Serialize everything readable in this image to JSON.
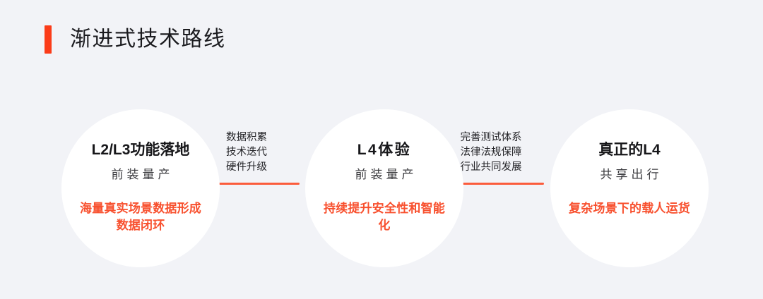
{
  "header": {
    "title": "渐进式技术路线",
    "accent_color": "#fb3c19"
  },
  "theme": {
    "background": "#f2f3f7",
    "circle_fill": "#ffffff",
    "highlight_color": "#f8502e",
    "connector_rule_color": "#fb5c3c",
    "title_color": "#17171a"
  },
  "roadmap": {
    "stages": [
      {
        "title": "L2/L3功能落地",
        "subtitle": "前装量产",
        "highlight": "海量真实场景数据形成数据闭环"
      },
      {
        "title": "L4体验",
        "subtitle": "前装量产",
        "highlight": "持续提升安全性和智能化"
      },
      {
        "title": "真正的L4",
        "subtitle": "共享出行",
        "highlight": "复杂场景下的载人运货"
      }
    ],
    "connectors": [
      {
        "line1": "数据积累",
        "line2": "技术迭代",
        "line3": "硬件升级"
      },
      {
        "line1": "完善测试体系",
        "line2": "法律法规保障",
        "line3": "行业共同发展"
      }
    ]
  }
}
